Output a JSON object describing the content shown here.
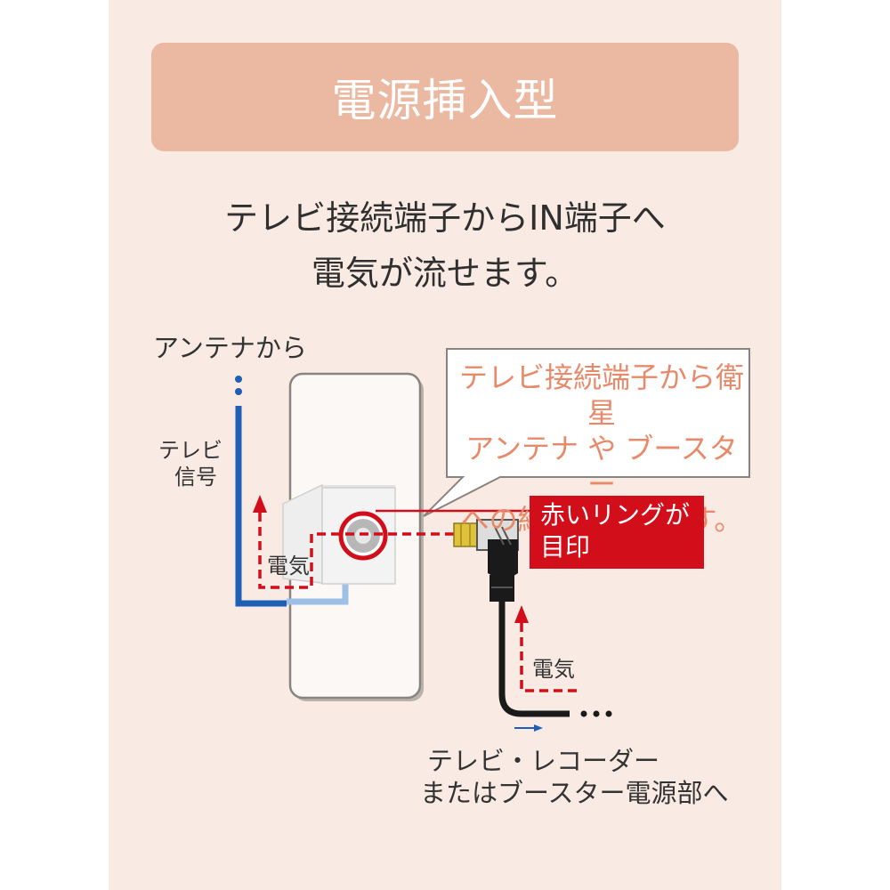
{
  "header": {
    "title": "電源挿入型"
  },
  "subtitle": {
    "line1": "テレビ接続端子からIN端子へ",
    "line2": "電気が流せます。"
  },
  "labels": {
    "antenna_from": "アンテナから",
    "tv_signal_1": "テレビ",
    "tv_signal_2": "信号",
    "electricity_left": "電気",
    "electricity_right": "電気",
    "destination_1": "テレビ・レコーダー",
    "destination_2": "またはブースター電源部へ"
  },
  "callout": {
    "line1": "テレビ接続端子から衛星",
    "line2": "アンテナ や ブースター",
    "line3": "への給電ができます。"
  },
  "red_ring_note": {
    "line1": "赤いリングが",
    "line2": "目印"
  },
  "colors": {
    "background": "#f9ebe3",
    "header_bg": "#ebb9a2",
    "signal_blue": "#1f5fb5",
    "power_red": "#d20e1a",
    "callout_text": "#e8896a"
  }
}
